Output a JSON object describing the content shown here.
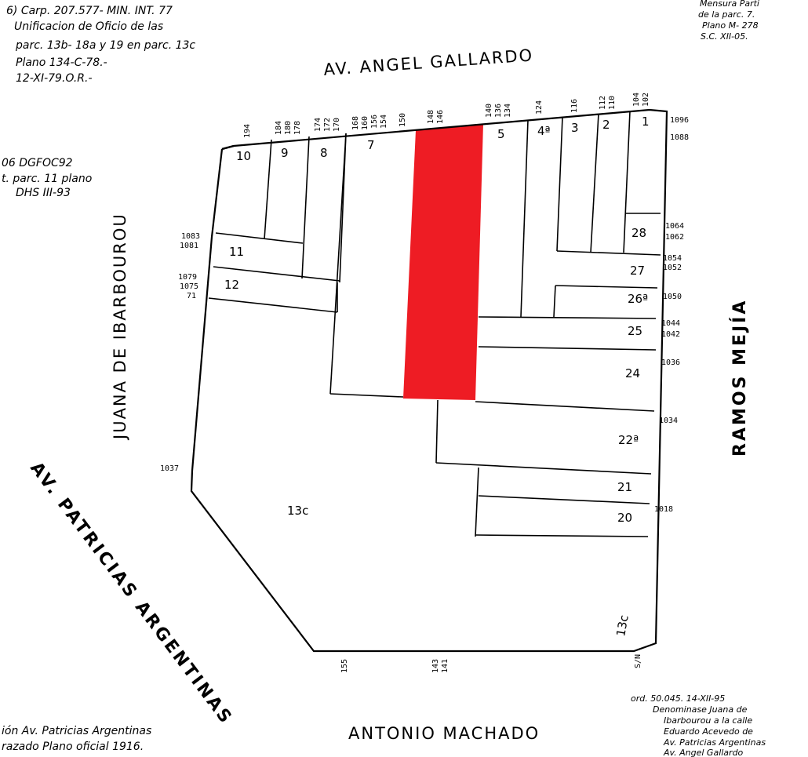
{
  "map": {
    "highlight_color": "#ee1c24",
    "streets": {
      "north": "AV. ANGEL GALLARDO",
      "south": "ANTONIO MACHADO",
      "east": "RAMOS MEJÍA",
      "west": "JUANA DE IBARBOUROU",
      "southwest": "AV. PATRICIAS ARGENTINAS"
    },
    "lots": {
      "l1": "1",
      "l2": "2",
      "l3": "3",
      "l4": "4ª",
      "l5": "5",
      "l7": "7",
      "l8": "8",
      "l9": "9",
      "l10": "10",
      "l11": "11",
      "l12": "12",
      "l20": "20",
      "l21": "21",
      "l22": "22ª",
      "l24": "24",
      "l25": "25",
      "l26": "26ª",
      "l27": "27",
      "l28": "28",
      "l13": "13c",
      "l13b": "13c"
    },
    "north_numbers": [
      "194",
      "184",
      "180",
      "178",
      "174",
      "172",
      "170",
      "168",
      "160",
      "156",
      "154",
      "150",
      "148",
      "146",
      "140",
      "136",
      "134",
      "124",
      "116",
      "112",
      "110",
      "104",
      "102"
    ],
    "east_numbers": [
      "1096",
      "1088",
      "1064",
      "1062",
      "1054",
      "1052",
      "1050",
      "1044",
      "1042",
      "1036",
      "1034",
      "1018"
    ],
    "west_numbers": [
      "1083",
      "1081",
      "1079",
      "1075",
      "71",
      "1037"
    ],
    "south_numbers": [
      "155",
      "143",
      "141",
      "S/N"
    ],
    "notes": {
      "tl_1": "6) Carp. 207.577- MIN. INT. 77",
      "tl_2": "Unificacion de Oficio de las",
      "tl_3": "parc. 13b- 18a y 19 en parc. 13c",
      "tl_4": "Plano 134-C-78.-",
      "tl_5": "12-XI-79.O.R.-",
      "ml_1": "06 DGFOC92",
      "ml_2": "t. parc. 11 plano",
      "ml_3": "DHS III-93",
      "tr_1": "Mensura Parti",
      "tr_2": "de la parc. 7.",
      "tr_3": "Plano M- 278",
      "tr_4": "S.C. XII-05.",
      "br_1": "ord. 50.045. 14-XII-95",
      "br_2": "Denominase Juana de",
      "br_3": "Ibarbourou a la calle",
      "br_4": "Eduardo Acevedo de",
      "br_5": "Av. Patricias Argentinas",
      "br_6": "Av. Angel Gallardo",
      "bl_1": "ión Av. Patricias Argentinas",
      "bl_2": "razado Plano oficial 1916."
    }
  }
}
